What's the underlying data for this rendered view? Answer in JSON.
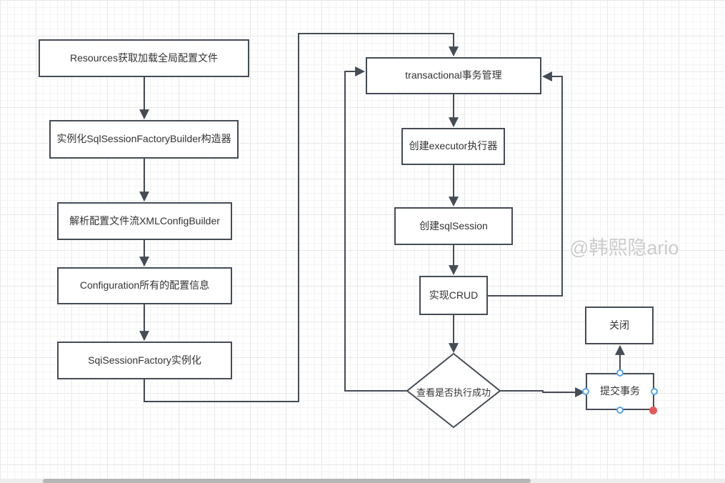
{
  "diagram": {
    "watermark": "@韩熙隐ario",
    "nodes": [
      {
        "id": "resources",
        "type": "rect",
        "label": "Resources获取加载全局配置文件"
      },
      {
        "id": "builder",
        "type": "rect",
        "label": "实例化SqlSessionFactoryBuilder构造器"
      },
      {
        "id": "xml-config",
        "type": "rect",
        "label": "解析配置文件流XMLConfigBuilder"
      },
      {
        "id": "configuration",
        "type": "rect",
        "label": "Configuration所有的配置信息"
      },
      {
        "id": "factory",
        "type": "rect",
        "label": "SqiSessionFactory实例化"
      },
      {
        "id": "transactional",
        "type": "rect",
        "label": "transactional事务管理"
      },
      {
        "id": "executor",
        "type": "rect",
        "label": "创建executor执行器"
      },
      {
        "id": "sqlsession",
        "type": "rect",
        "label": "创建sqlSession"
      },
      {
        "id": "crud",
        "type": "rect",
        "label": "实现CRUD"
      },
      {
        "id": "decision",
        "type": "diamond",
        "label": "查看是否执行成功"
      },
      {
        "id": "close",
        "type": "rect",
        "label": "关闭"
      },
      {
        "id": "commit",
        "type": "rect",
        "label": "提交事务"
      }
    ],
    "edges": [
      {
        "from": "resources",
        "to": "builder"
      },
      {
        "from": "builder",
        "to": "xml-config"
      },
      {
        "from": "xml-config",
        "to": "configuration"
      },
      {
        "from": "configuration",
        "to": "factory"
      },
      {
        "from": "factory",
        "to": "transactional"
      },
      {
        "from": "transactional",
        "to": "executor"
      },
      {
        "from": "executor",
        "to": "sqlsession"
      },
      {
        "from": "sqlsession",
        "to": "crud"
      },
      {
        "from": "crud",
        "to": "decision"
      },
      {
        "from": "decision",
        "to": "transactional"
      },
      {
        "from": "crud",
        "to": "transactional"
      },
      {
        "from": "decision",
        "to": "commit"
      },
      {
        "from": "commit",
        "to": "close"
      }
    ],
    "colors": {
      "stroke": "#454c56",
      "node_fill": "#ffffff",
      "text": "#333333",
      "watermark": "#cccccc",
      "grid_minor": "#f4f4f4",
      "grid_major": "#e8e8e8",
      "handle_blue": "#55a3ef",
      "handle_red": "#e45a5a",
      "scrollbar_track": "#ededed",
      "scrollbar_thumb": "#b6b6b6"
    }
  }
}
